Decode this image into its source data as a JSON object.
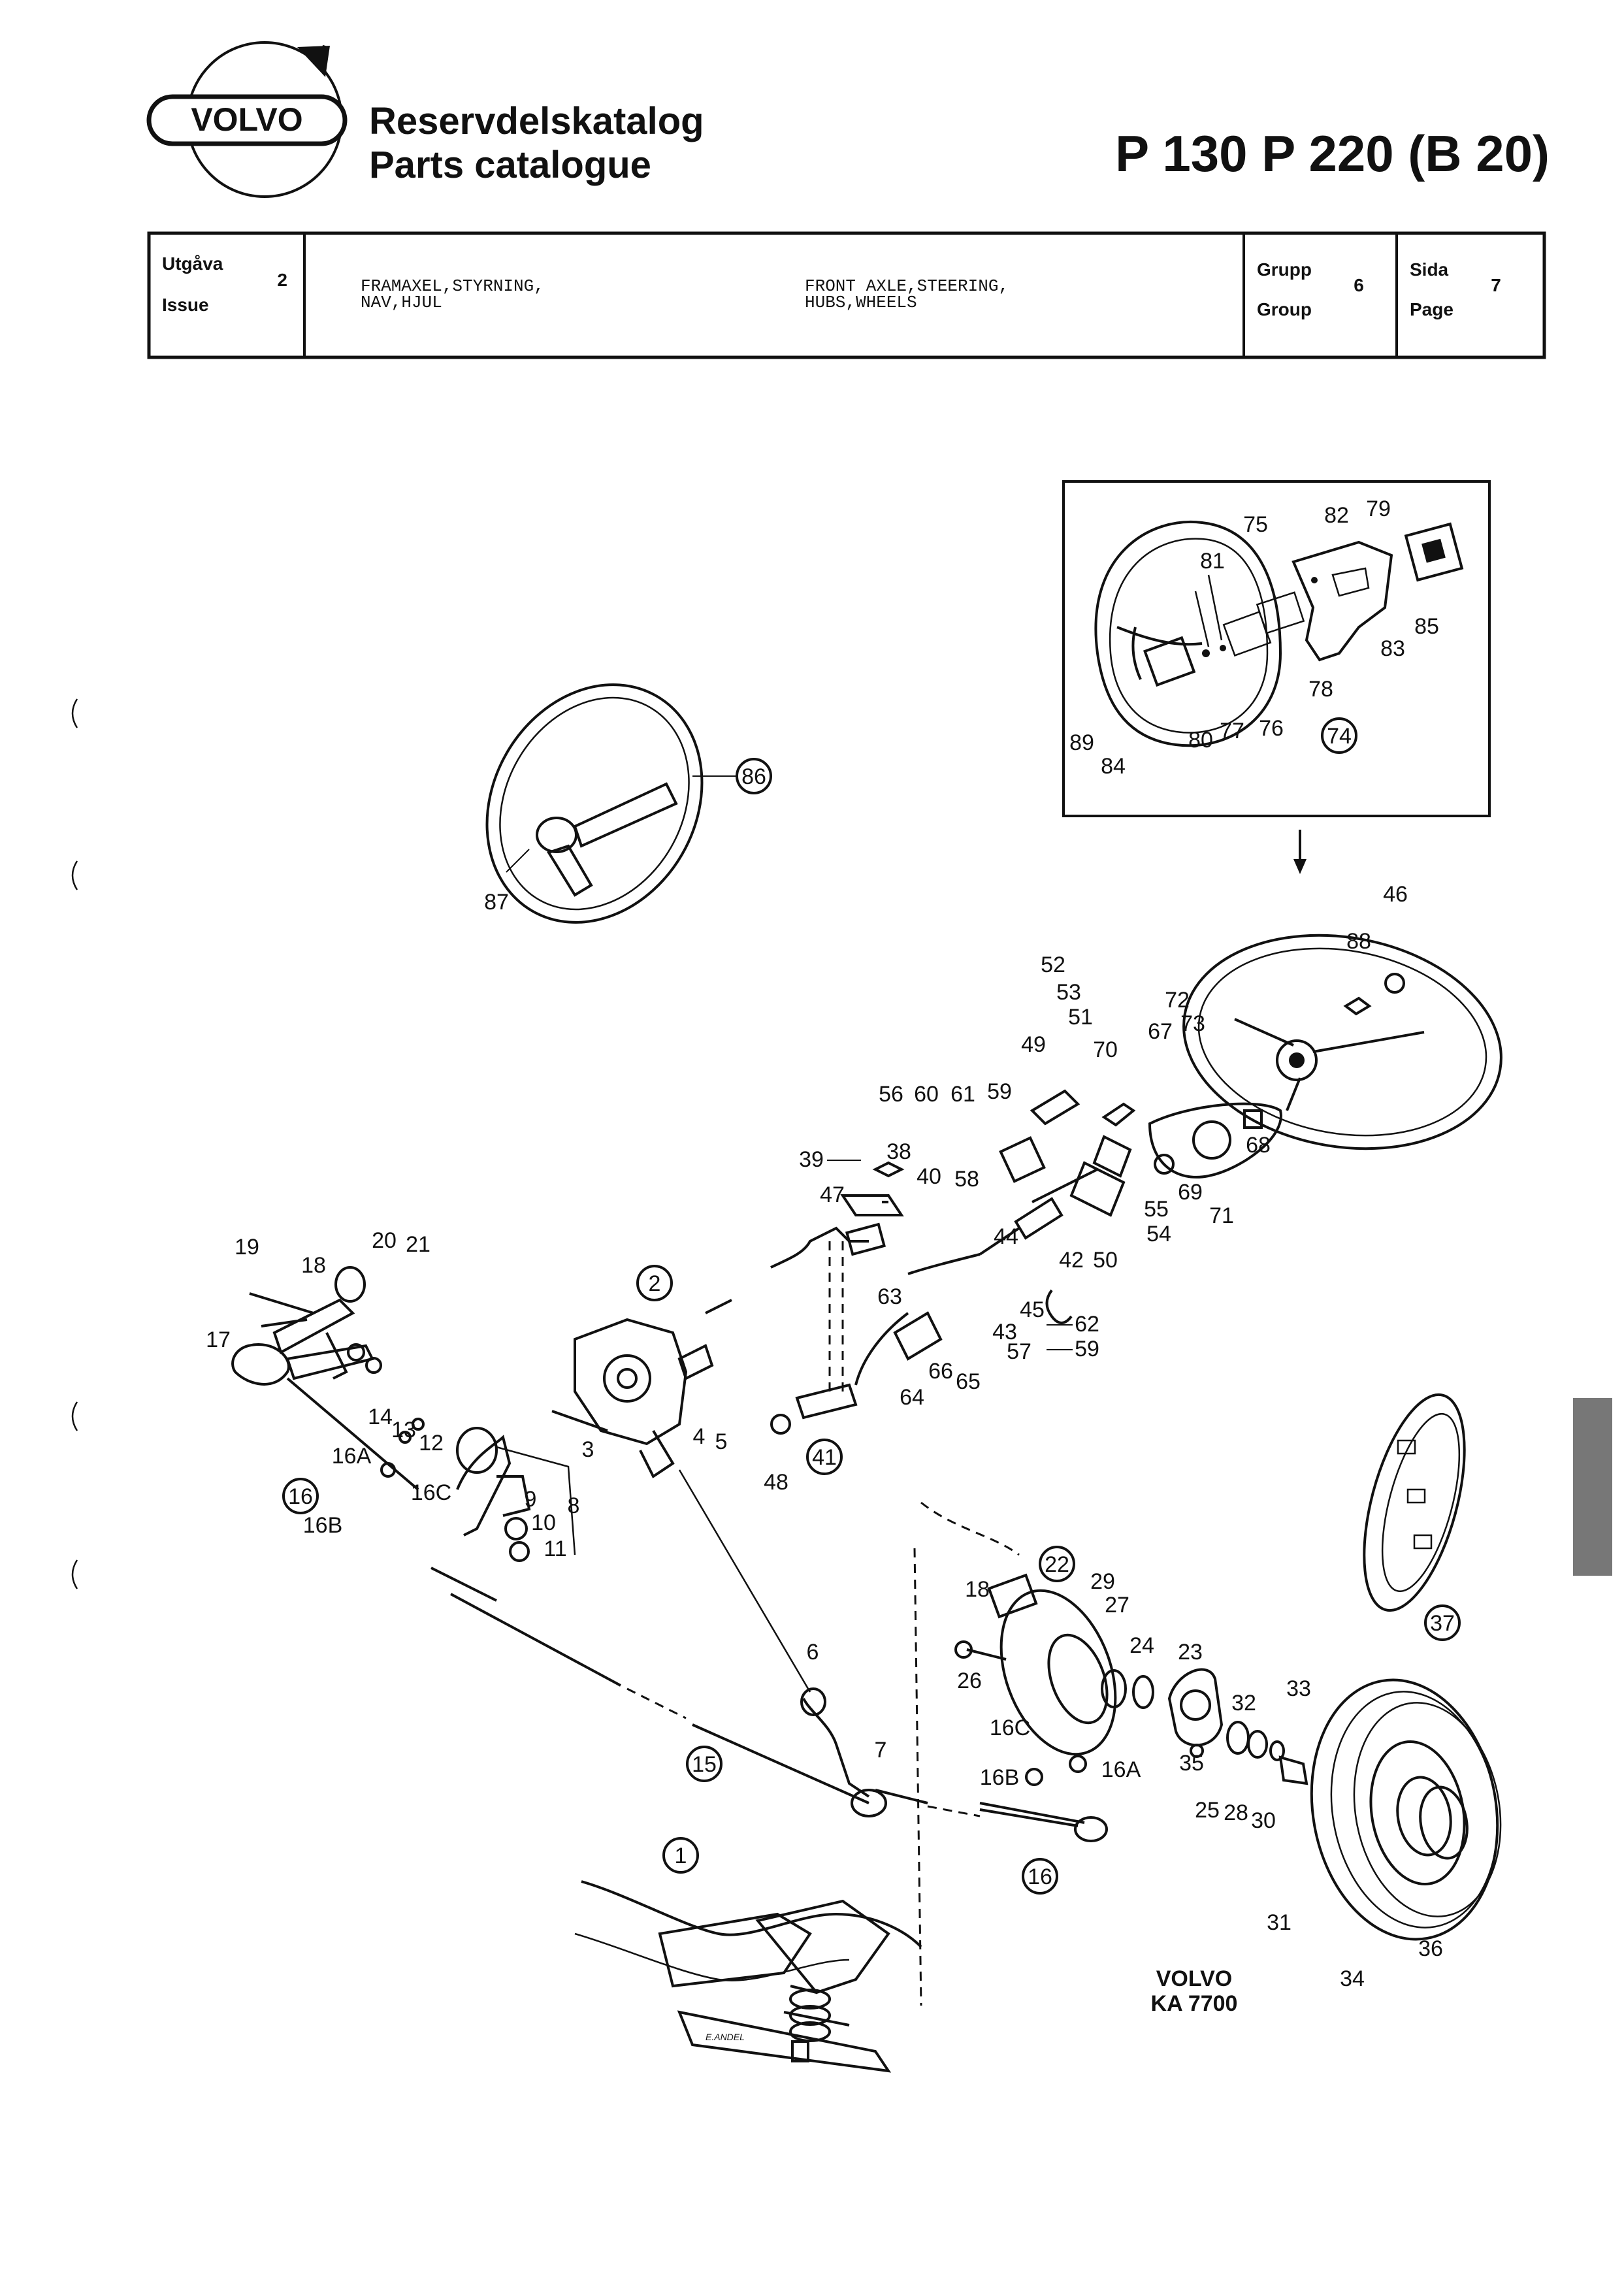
{
  "header": {
    "brand": "VOLVO",
    "title_sv": "Reservdelskatalog",
    "title_en": "Parts catalogue",
    "models": "P 130  P 220 (B 20)"
  },
  "info_bar": {
    "issue_label_sv": "Utgåva",
    "issue_label_en": "Issue",
    "issue_value": "2",
    "desc_sv_line1": "FRAMAXEL,STYRNING,",
    "desc_sv_line2": "NAV,HJUL",
    "desc_en_line1": "FRONT AXLE,STEERING,",
    "desc_en_line2": "HUBS,WHEELS",
    "group_label_sv": "Grupp",
    "group_label_en": "Group",
    "group_value": "6",
    "page_label_sv": "Sida",
    "page_label_en": "Page",
    "page_value": "7"
  },
  "footer": {
    "brand": "VOLVO",
    "ref": "KA 7700",
    "signature": "E.ANDEL"
  },
  "callouts": {
    "c74": "74",
    "c75": "75",
    "c76": "76",
    "c77": "77",
    "c78": "78",
    "c79": "79",
    "c80": "80",
    "c81": "81",
    "c82": "82",
    "c83": "83",
    "c84": "84",
    "c85": "85",
    "c89": "89",
    "c86": "86",
    "c87": "87",
    "c46": "46",
    "c88": "88",
    "c72": "72",
    "c73": "73",
    "c67": "67",
    "c68": "68",
    "c69": "69",
    "c70": "70",
    "c71": "71",
    "c52": "52",
    "c53": "53",
    "c51": "51",
    "c49": "49",
    "c56": "56",
    "c60": "60",
    "c61": "61",
    "c59a": "59",
    "c55": "55",
    "c54": "54",
    "c50": "50",
    "c42": "42",
    "c39": "39",
    "c38": "38",
    "c40": "40",
    "c58": "58",
    "c47": "47",
    "c44": "44",
    "c43": "43",
    "c45": "45",
    "c62": "62",
    "c57": "57",
    "c59b": "59",
    "c63": "63",
    "c66": "66",
    "c65": "65",
    "c64": "64",
    "c2": "2",
    "c3": "3",
    "c4": "4",
    "c5": "5",
    "c48": "48",
    "c41": "41",
    "c19": "19",
    "c18a": "18",
    "c20": "20",
    "c21": "21",
    "c17": "17",
    "c14": "14",
    "c13": "13",
    "c12": "12",
    "c16A": "16A",
    "c16C": "16C",
    "c16a": "16",
    "c16B": "16B",
    "c9": "9",
    "c8": "8",
    "c10": "10",
    "c11": "11",
    "c22": "22",
    "c18b": "18",
    "c29": "29",
    "c27": "27",
    "c24": "24",
    "c23": "23",
    "c26": "26",
    "c32": "32",
    "c33": "33",
    "c35": "35",
    "c25": "25",
    "c28": "28",
    "c30": "30",
    "c31": "31",
    "c37": "37",
    "c36": "36",
    "c34": "34",
    "c6": "6",
    "c7": "7",
    "c15": "15",
    "c1": "1",
    "c16Cb": "16C",
    "c16Ab": "16A",
    "c16Bb": "16B",
    "c16b": "16"
  }
}
